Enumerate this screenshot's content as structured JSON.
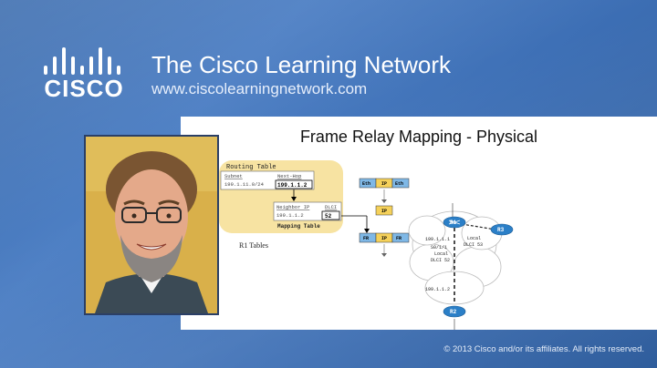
{
  "brand": {
    "logo_text": "CISCO",
    "title": "The Cisco Learning Network",
    "url": "www.ciscolearningnetwork.com"
  },
  "slide": {
    "title": "Frame Relay Mapping - Physical",
    "routing_table": {
      "title": "Routing Table",
      "headers": [
        "Subnet",
        "Next-Hop"
      ],
      "row": [
        "199.1.11.0/24",
        "199.1.1.2"
      ]
    },
    "mapping_table": {
      "title": "Mapping Table",
      "headers": [
        "Neighbor IP",
        "DLCI"
      ],
      "row": [
        "199.1.1.2",
        "52"
      ]
    },
    "r1_tables_label": "R1 Tables",
    "frame_top": [
      "Eth",
      "IP",
      "Eth"
    ],
    "frame_mid": [
      "IP"
    ],
    "frame_bot": [
      "FR",
      "IP",
      "FR"
    ],
    "network": {
      "routers": [
        "R1",
        "R2",
        "R3"
      ],
      "r1_ip": "199.1.1.1",
      "r1_interface": "S0/1/1",
      "local_dlci_52": [
        "Local",
        "DLCI 52"
      ],
      "local_dlci_53": [
        "Local",
        "DLCI 53"
      ],
      "r2_ip": "199.1.1.2"
    }
  },
  "footer": "© 2013 Cisco and/or its affiliates. All rights reserved.",
  "colors": {
    "background": "#4677bd",
    "highlight_box": "#f7e3a2",
    "frame_eth": "#7fb8e6",
    "frame_ip": "#f5d15a",
    "router": "#2b7fc7"
  }
}
